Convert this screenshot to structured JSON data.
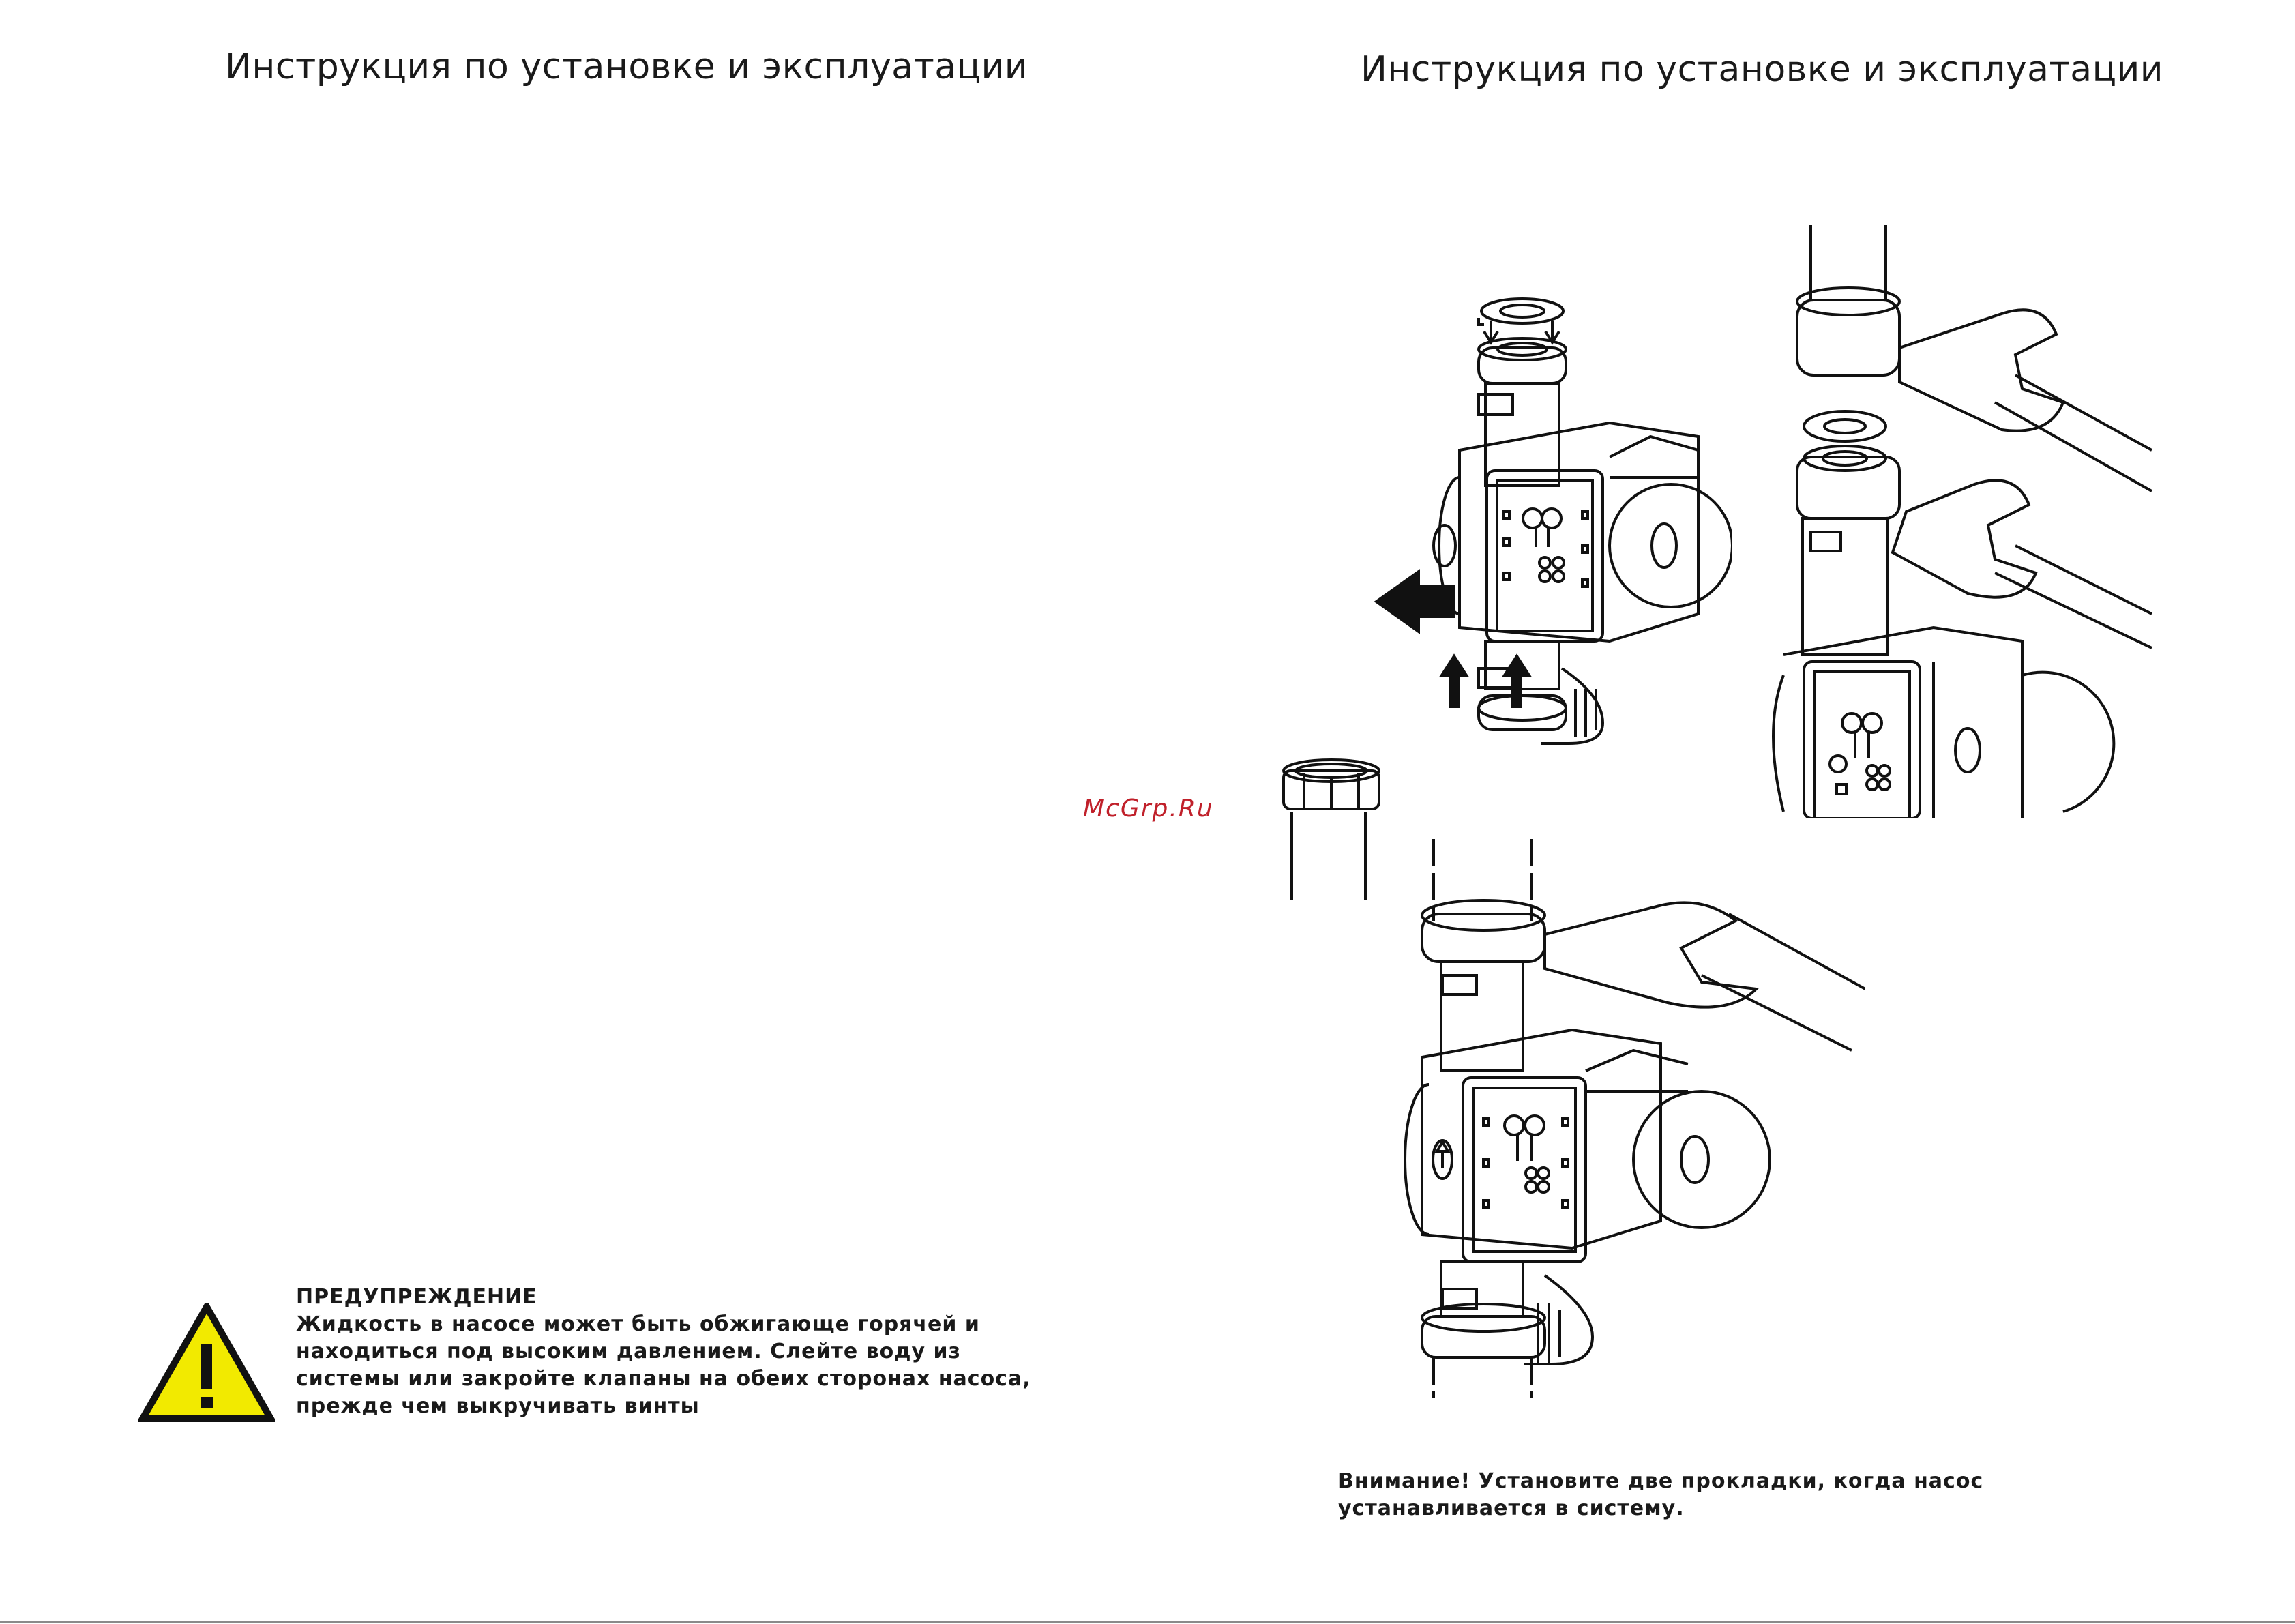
{
  "page": {
    "left_title": "Инструкция по установке и эксплуатации",
    "right_title": "Инструкция по установке и эксплуатации"
  },
  "watermark": "McGrp.Ru",
  "warning": {
    "heading": "ПРЕДУПРЕЖДЕНИЕ",
    "lines": [
      "Жидкость в насосе может быть обжигающе горячей и",
      "находиться под высоким давлением. Слейте воду из",
      "системы или закройте клапаны на обеих сторонах насоса,",
      "прежде чем выкручивать винты"
    ],
    "icon": "warning-triangle-icon",
    "icon_color": "#f2ea00"
  },
  "note": {
    "lines": [
      "Внимание! Установите две прокладки, когда насос",
      "устанавливается в систему."
    ]
  }
}
